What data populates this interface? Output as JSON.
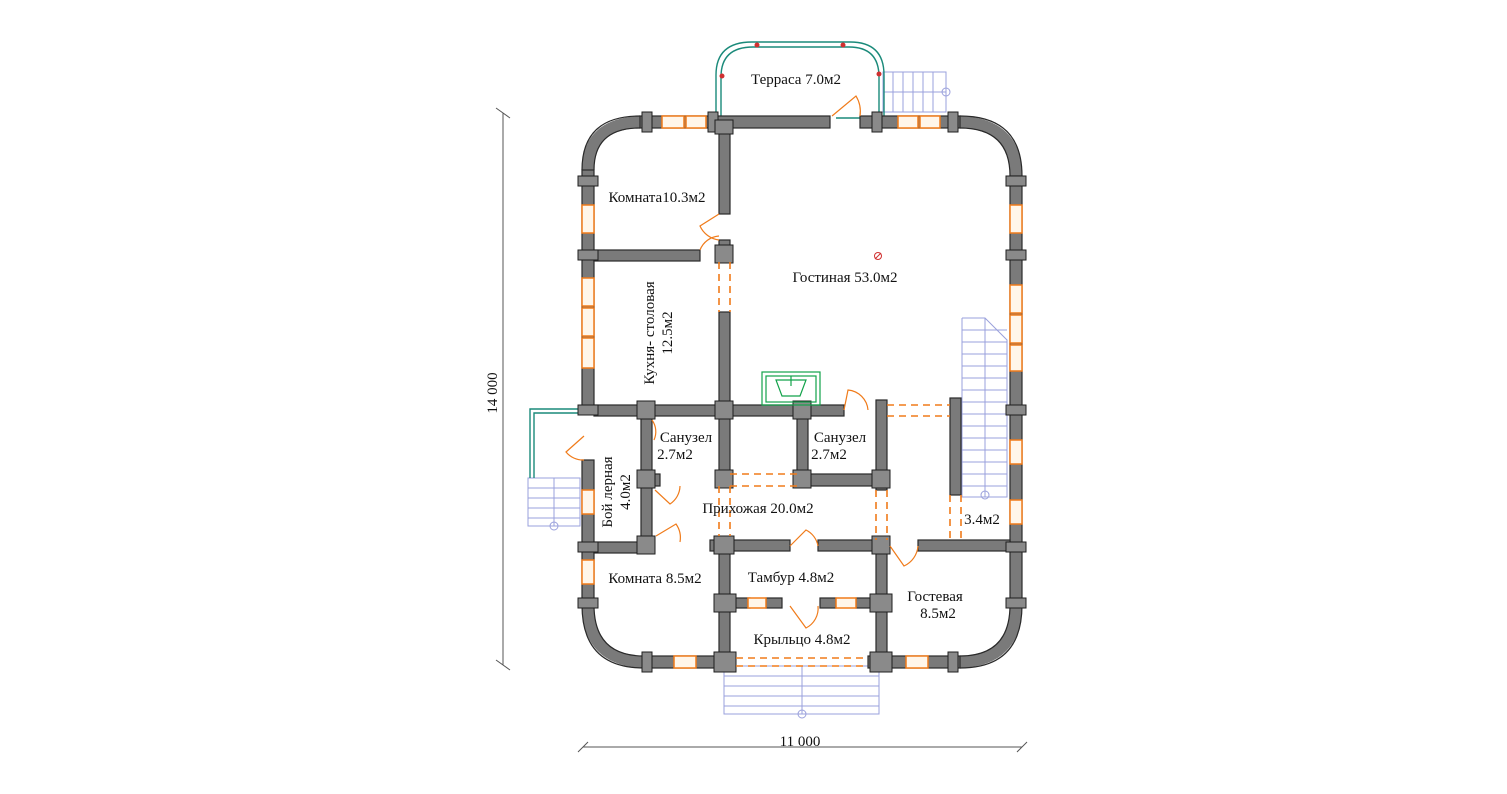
{
  "rooms": {
    "terrace": "Терраса 7.0м2",
    "room1": "Комната10.3м2",
    "living": "Гостиная 53.0м2",
    "kitchen_line1": "Кухня- столовая",
    "kitchen_line2": "12.5м2",
    "bath1_line1": "Санузел",
    "bath1_line2": "2.7м2",
    "bath2_line1": "Санузел",
    "bath2_line2": "2.7м2",
    "boiler_line1": "Бой лерная",
    "boiler_line2": "4.0м2",
    "hall": "Прихожая  20.0м2",
    "storage": "3.4м2",
    "room2": "Комната 8.5м2",
    "vestibule": "Тамбур 4.8м2",
    "guest_line1": "Гостевая",
    "guest_line2": "8.5м2",
    "porch": "Крыльцо 4.8м2"
  },
  "dimensions": {
    "width": "11 000",
    "height": "14 000"
  },
  "colors": {
    "wall": "#7a7a7a",
    "window": "#f07b1a",
    "stairs": "#9aa0dc",
    "stove": "#12a24a",
    "railing": "#1a8a7a"
  }
}
